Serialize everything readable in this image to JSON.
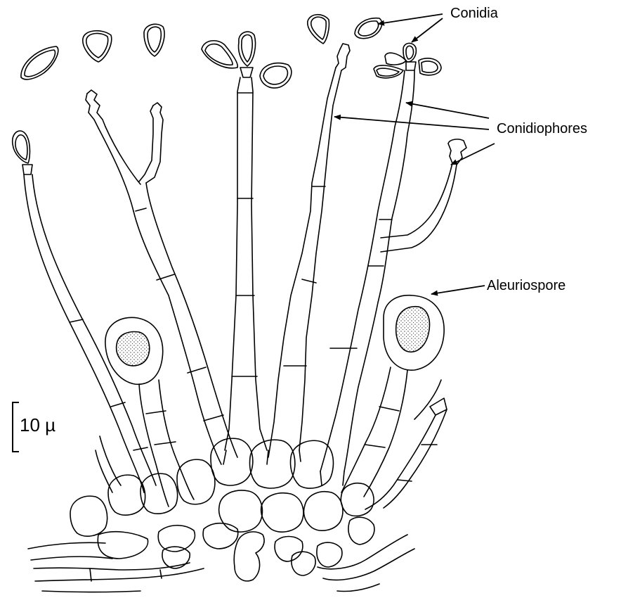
{
  "labels": {
    "conidia": "Conidia",
    "conidiophores": "Conidiophores",
    "aleuriospore": "Aleuriospore"
  },
  "scale_bar": {
    "text": "10 µ"
  },
  "colors": {
    "ink": "#000000",
    "background": "#ffffff",
    "stipple": "#444444"
  }
}
